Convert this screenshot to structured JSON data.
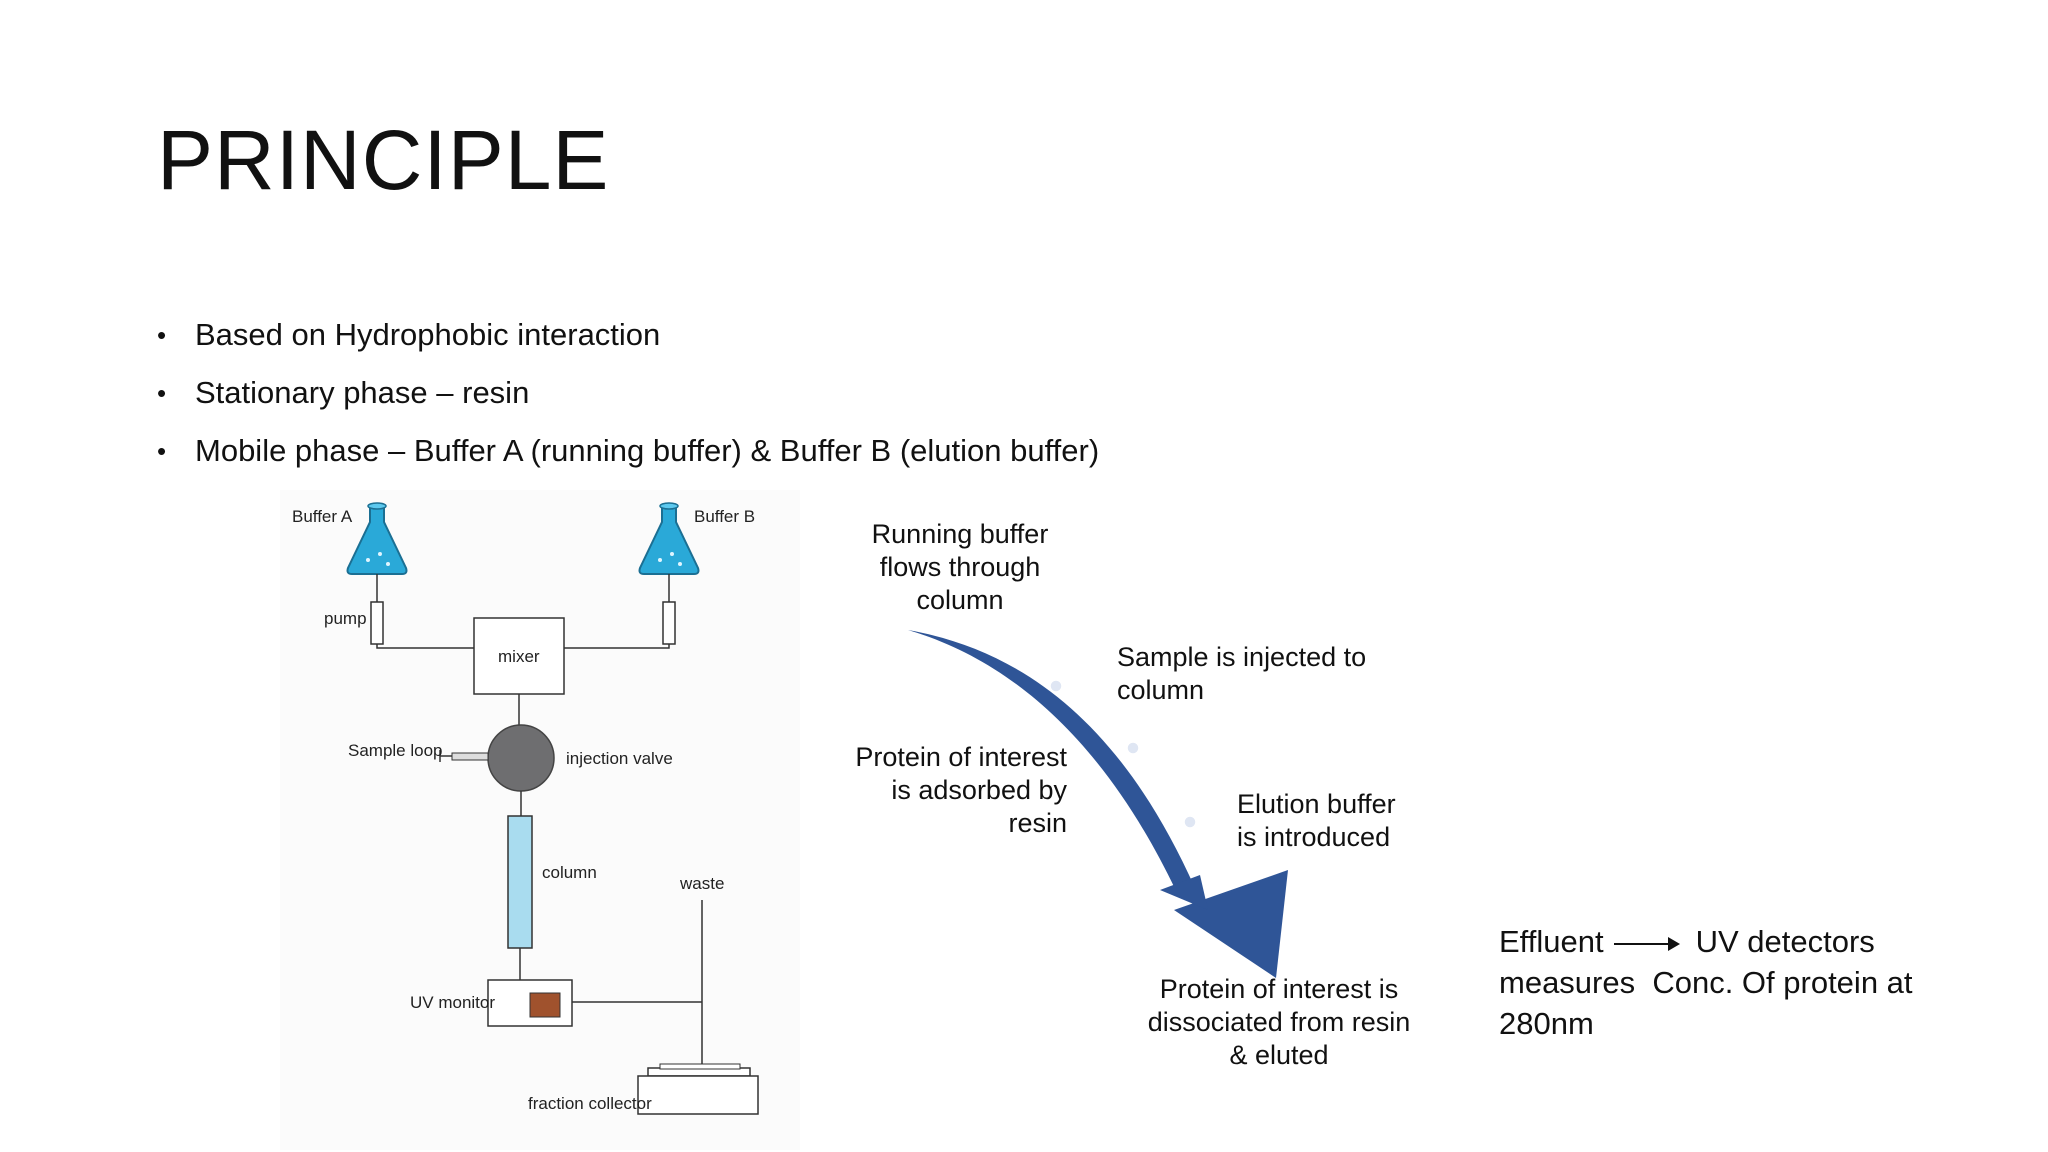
{
  "slide": {
    "title": "PRINCIPLE",
    "bullets": [
      "Based on Hydrophobic interaction",
      "Stationary phase – resin",
      "Mobile phase – Buffer A (running buffer) & Buffer B (elution buffer)"
    ]
  },
  "apparatus": {
    "buffer_a": "Buffer A",
    "buffer_b": "Buffer B",
    "pump": "pump",
    "mixer": "mixer",
    "sample_loop": "Sample loop",
    "injection_valve": "injection valve",
    "column": "column",
    "waste": "waste",
    "uv_monitor": "UV monitor",
    "fraction_collector": "fraction collector",
    "colors": {
      "buffer_liquid": "#2aa9d8",
      "column_fill": "#a9dcef",
      "valve": "#6e6e70",
      "uv_window": "#a0522d"
    }
  },
  "flow": {
    "step1": [
      "Running buffer",
      "flows through",
      "column"
    ],
    "step2": [
      "Sample is injected to",
      "column"
    ],
    "step3": [
      "Protein of interest",
      "is adsorbed by",
      "resin"
    ],
    "step4": [
      "Elution buffer",
      "is introduced"
    ],
    "step5": [
      "Protein of interest is",
      "dissociated from resin",
      "& eluted"
    ],
    "arrow_color": "#2f5597"
  },
  "effluent": {
    "from": "Effluent",
    "to": "UV detectors",
    "line2": "measures  Conc. Of protein at",
    "line3": "280nm"
  }
}
